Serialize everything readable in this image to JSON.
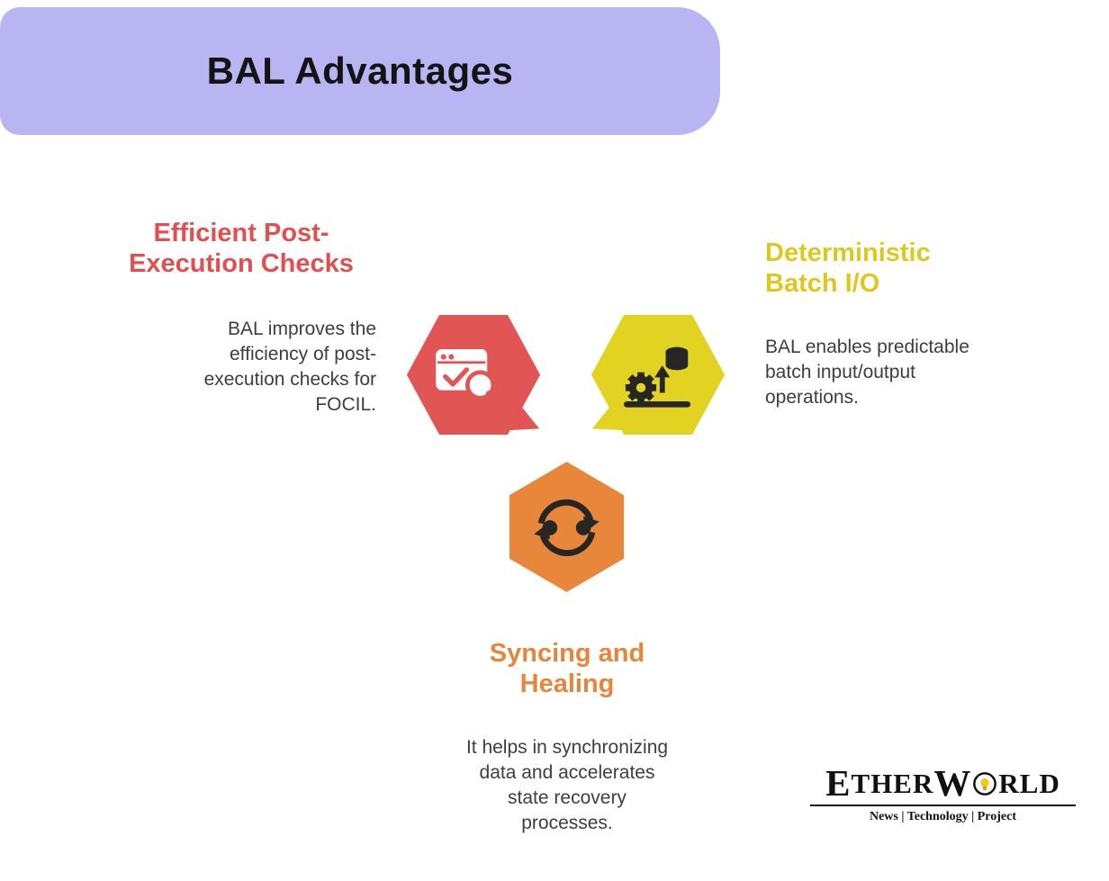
{
  "header": {
    "title": "BAL Advantages"
  },
  "sections": {
    "post_execution": {
      "heading": "Efficient Post-\nExecution Checks",
      "body": "BAL improves the\nefficiency of post-\nexecution checks for\nFOCIL.",
      "accent_color": "#e14f4f"
    },
    "batch_io": {
      "heading": "Deterministic\nBatch I/O",
      "body": "BAL enables predictable\nbatch input/output\noperations.",
      "accent_color": "#ddc91e"
    },
    "syncing_healing": {
      "heading": "Syncing and\nHealing",
      "body": "It helps in synchronizing\ndata and accelerates\nstate recovery\nprocesses.",
      "accent_color": "#e8853a"
    }
  },
  "hexagons": {
    "red": "#e25555",
    "yellow": "#e2d322",
    "orange": "#e8873b"
  },
  "icons": {
    "post_execution": "browser-check-magnifier-icon",
    "batch_io": "gear-database-upload-icon",
    "syncing_healing": "sync-arrows-people-icon",
    "logo": "lightbulb-icon"
  },
  "banner": {
    "background_color": "#b9b5f2"
  },
  "body_text_color": "#3e3e3e",
  "logo": {
    "part_e": "E",
    "part_ther": "THER",
    "part_w": "W",
    "part_rld": "RLD",
    "tagline": "News | Technology | Project",
    "bulb_color": "#f5c518"
  }
}
